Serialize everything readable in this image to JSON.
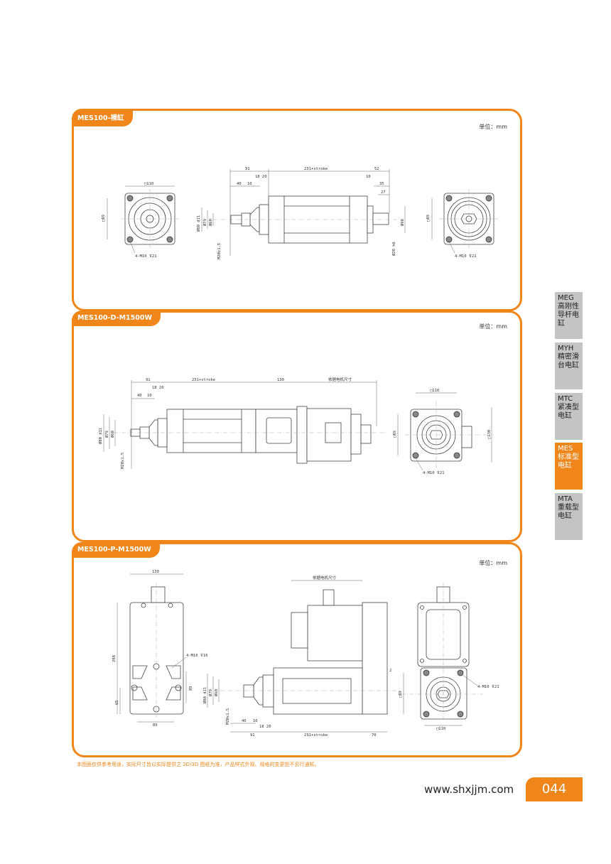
{
  "panels": [
    {
      "title": "MES100-裸缸",
      "unit": "单位：mm",
      "dims": {
        "front_square": "□110",
        "front_pitch": "□89",
        "front_holes": "4-M10 ⊽21",
        "d91": "91",
        "stroke": "231+stroke",
        "d52": "52",
        "d18_20": "18  20",
        "d10a": "10",
        "d40": "40",
        "d10b": "10",
        "d35": "35",
        "d27": "27",
        "dia80": "Ø80 d11",
        "dia79": "Ø79",
        "dia60": "Ø60",
        "thread": "M20x1.5",
        "dia98": "Ø98",
        "dia28": "Ø28 h6",
        "rear_pitch": "□89",
        "rear_holes": "4-M10 ⊽21"
      }
    },
    {
      "title": "MES100-D-M1500W",
      "unit": "单位：mm",
      "dims": {
        "d91": "91",
        "stroke": "231+stroke",
        "d130": "130",
        "motor": "依据电机尺寸",
        "d18_20": "18  20",
        "d40": "40",
        "d10": "10",
        "dia80": "Ø80 d11",
        "dia79": "Ø79",
        "dia60": "Ø60",
        "thread": "M20x1.5",
        "end_square": "□110",
        "end_pitch": "□89",
        "end_height": "□130",
        "end_holes": "4-M10 ⊽21"
      }
    },
    {
      "title": "MES100-P-M1500W",
      "unit": "单位：mm",
      "dims": {
        "top_width": "130",
        "height": "288",
        "d65": "65",
        "pitch_v": "89",
        "pitch_h": "89",
        "top_holes": "4-M10 ⊽16",
        "motor": "依据电机尺寸",
        "d2": "2",
        "dia80": "Ø80 d11",
        "dia79": "Ø79",
        "dia60": "Ø60",
        "thread": "M20x1.5",
        "d40": "40",
        "d10": "10",
        "d18_20": "18  20",
        "d91": "91",
        "stroke": "231+stroke",
        "d70": "70",
        "end_pitch": "□89",
        "end_square": "□110",
        "end_holes": "4-M10 ⊽21"
      }
    }
  ],
  "side_nav": [
    {
      "code": "MEG",
      "name": "高刚性导杆电缸",
      "active": false
    },
    {
      "code": "MYH",
      "name": "精密滑台电缸",
      "active": false
    },
    {
      "code": "MTC",
      "name": "紧凑型电缸",
      "active": false
    },
    {
      "code": "MES",
      "name": "标准型电缸",
      "active": true
    },
    {
      "code": "MTA",
      "name": "重载型电缸",
      "active": false
    }
  ],
  "disclaimer": "本图面仅供参考用途，实际尺寸皆以实际提供之 2D/3D 图纸为准，产品样式外观、规格的变更恕不另行通知。",
  "footer": {
    "url": "www.shxjjm.com",
    "page": "044"
  },
  "colors": {
    "accent": "#f08519",
    "nav_inactive": "#c4c4c4"
  }
}
